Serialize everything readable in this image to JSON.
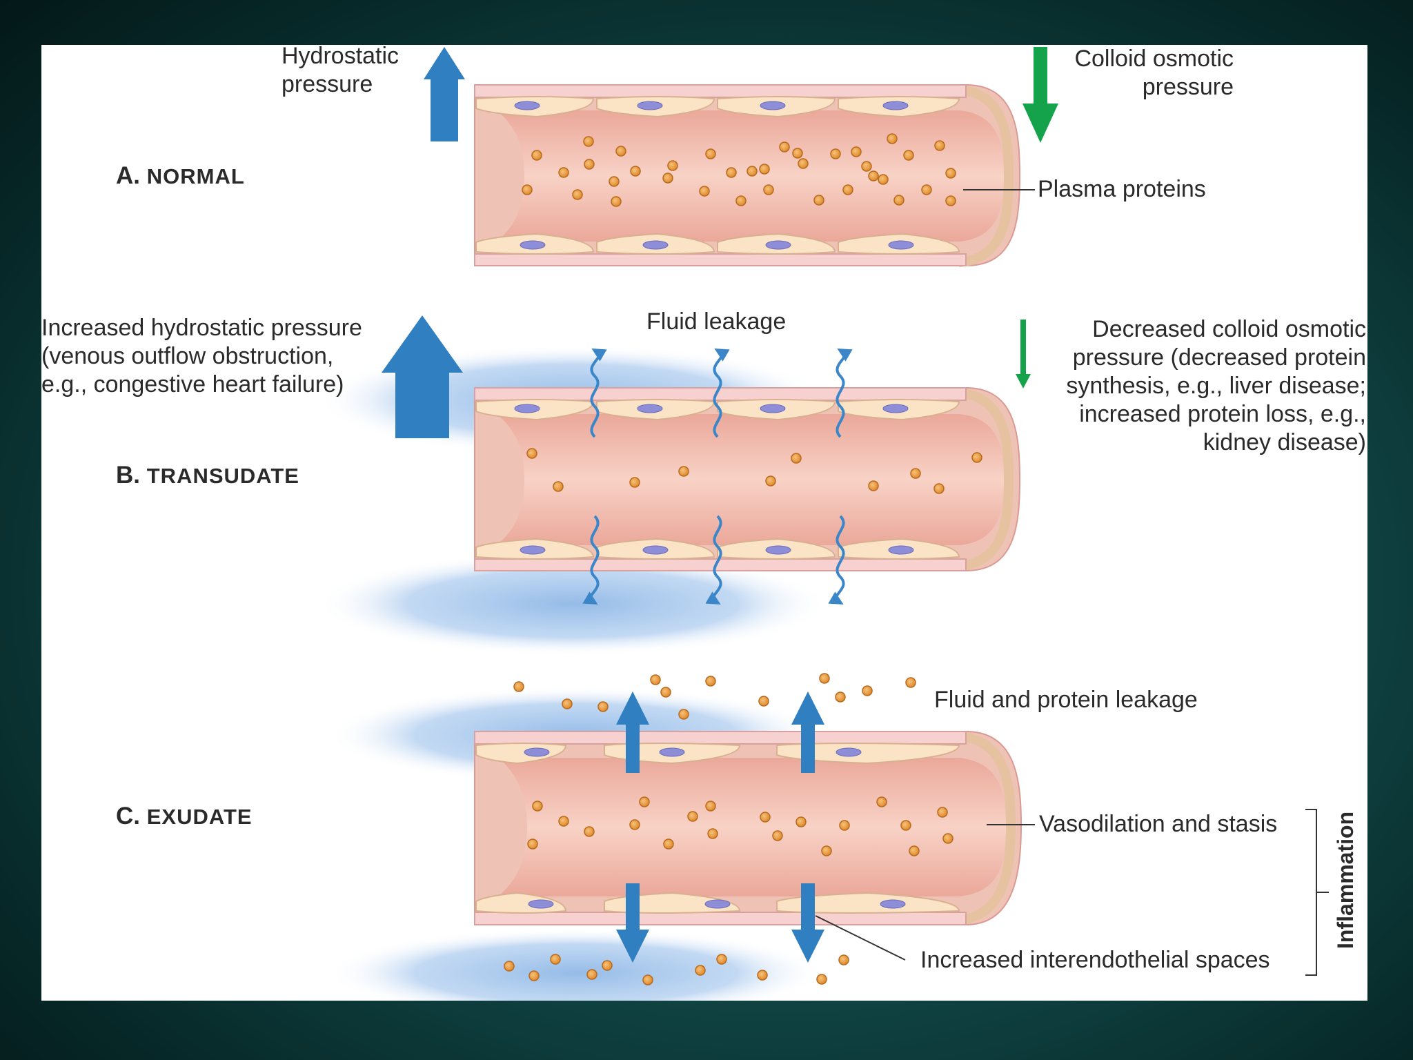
{
  "colors": {
    "background": "#0f4a4a",
    "pressure_arrow": "#2f7fc1",
    "colloid_arrow": "#14a24a",
    "vessel_lumen": "#f0b8a8",
    "vessel_wall": "#f6c6c6",
    "endothelial_cell": "#fbe2c4",
    "nucleus": "#8e8ed6",
    "protein": "#e89a3c",
    "leakage_glow": "#9fc3ea"
  },
  "panel_a": {
    "title_letter": "A.",
    "title_word": "NORMAL",
    "hydrostatic": {
      "line1": "Hydrostatic",
      "line2": "pressure"
    },
    "colloid": {
      "line1": "Colloid osmotic",
      "line2": "pressure"
    },
    "plasma_proteins": "Plasma proteins"
  },
  "panel_b": {
    "title_letter": "B.",
    "title_word": "TRANSUDATE",
    "fluid_leakage": "Fluid leakage",
    "increased_hydrostatic": {
      "line1": "Increased hydrostatic pressure",
      "line2": "(venous outflow obstruction,",
      "line3": "e.g., congestive heart failure)"
    },
    "decreased_colloid": {
      "line1": "Decreased colloid osmotic",
      "line2": "pressure (decreased protein",
      "line3": "synthesis, e.g., liver disease;",
      "line4": "increased protein loss, e.g.,",
      "line5": "kidney disease)"
    }
  },
  "panel_c": {
    "title_letter": "C.",
    "title_word": "EXUDATE",
    "fluid_protein_leakage": "Fluid and protein leakage",
    "vasodilation": "Vasodilation and stasis",
    "interendothelial": "Increased interendothelial spaces",
    "inflammation": "Inflammation"
  }
}
